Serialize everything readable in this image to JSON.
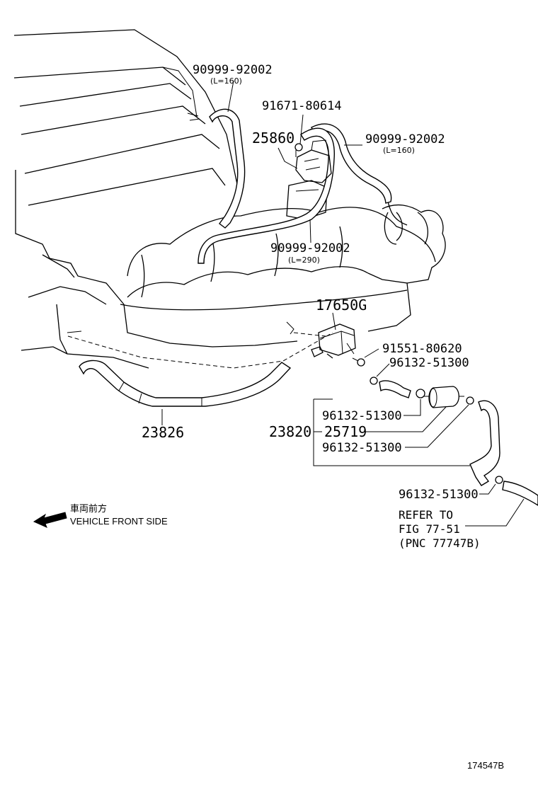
{
  "labels": {
    "hose_top_left": "90999-92002",
    "hose_top_left_len": "(L=160)",
    "bolt_top": "91671-80614",
    "valve_top": "25860",
    "hose_top_right": "90999-92002",
    "hose_top_right_len": "(L=160)",
    "hose_mid": "90999-92002",
    "hose_mid_len": "(L=290)",
    "vsv": "17650G",
    "bolt_mid": "91551-80620",
    "clamp_1": "96132-51300",
    "clamp_2": "96132-51300",
    "filter": "25719",
    "clamp_3": "96132-51300",
    "hose_assy_right": "23820",
    "hose_assy_left": "23826",
    "clamp_4": "96132-51300",
    "refer_line1": "REFER TO",
    "refer_line2": "FIG 77-51",
    "refer_line3": "(PNC 77747B)",
    "front_jp": "車両前方",
    "front_en": "VEHICLE FRONT SIDE",
    "figure_id": "174547B"
  }
}
